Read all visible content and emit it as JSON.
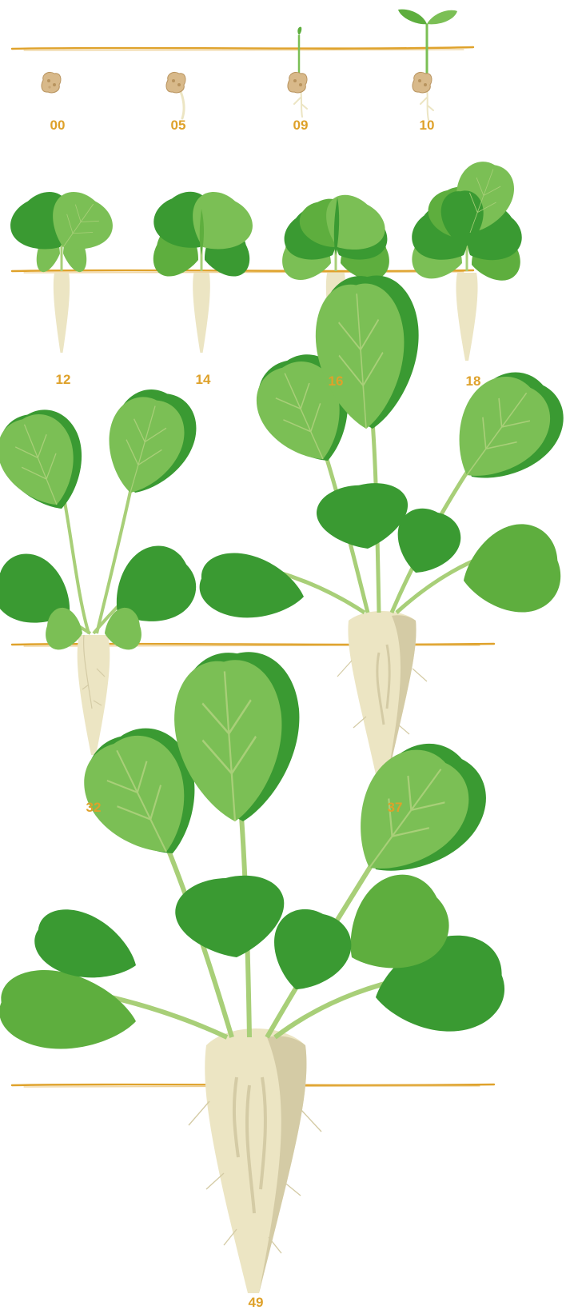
{
  "title": "",
  "colors": {
    "soil_line": "#dfa22b",
    "label": "#dea12a",
    "leaf_light": "#7bbf55",
    "leaf_mid": "#5eae3e",
    "leaf_dark": "#3a9a32",
    "stem": "#a8cf78",
    "root": "#ece5c3",
    "root_shade": "#d4cba5",
    "seed": "#d8b98a",
    "seed_dark": "#b8935e"
  },
  "stages": [
    {
      "code": "00",
      "icon": "seed-icon"
    },
    {
      "code": "05",
      "icon": "germinating-seed-icon"
    },
    {
      "code": "09",
      "icon": "emerging-shoot-icon"
    },
    {
      "code": "10",
      "icon": "cotyledon-seedling-icon"
    },
    {
      "code": "12",
      "icon": "two-leaf-plant-icon"
    },
    {
      "code": "14",
      "icon": "four-leaf-plant-icon"
    },
    {
      "code": "16",
      "icon": "six-leaf-plant-icon"
    },
    {
      "code": "18",
      "icon": "eight-leaf-plant-icon"
    },
    {
      "code": "32",
      "icon": "young-beet-plant-icon"
    },
    {
      "code": "37",
      "icon": "developing-beet-plant-icon"
    },
    {
      "code": "49",
      "icon": "mature-sugar-beet-icon"
    }
  ]
}
